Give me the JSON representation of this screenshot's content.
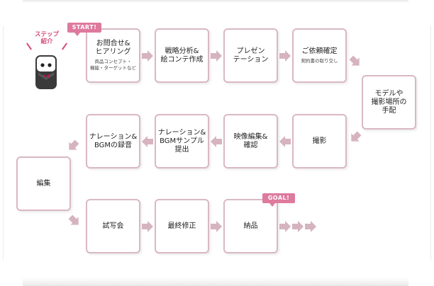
{
  "intro": {
    "label": "ステップ\n紹介"
  },
  "badges": {
    "start": "START!",
    "goal": "GOAL!"
  },
  "steps": [
    {
      "title": "お問合せ&\nヒアリング",
      "sub": "商品コンセプト・\n機能・ターゲットなど"
    },
    {
      "title": "戦略分析&\n絵コンテ作成"
    },
    {
      "title": "プレゼン\nテーション"
    },
    {
      "title": "ご依頼確定",
      "sub": "契約書の取り交し"
    },
    {
      "title": "モデルや\n撮影場所の\n手配"
    },
    {
      "title": "撮影"
    },
    {
      "title": "映像編集&\n確認"
    },
    {
      "title": "ナレーション&\nBGMサンプル\n提出"
    },
    {
      "title": "ナレーション&\nBGMの録音"
    },
    {
      "title": "編集"
    },
    {
      "title": "試写会"
    },
    {
      "title": "最終修正"
    },
    {
      "title": "納品"
    }
  ],
  "colors": {
    "box_border": "#d9b8c4",
    "arrow": "#d6b3c0",
    "badge": "#de7a9d",
    "intro": "#d14f7c"
  }
}
